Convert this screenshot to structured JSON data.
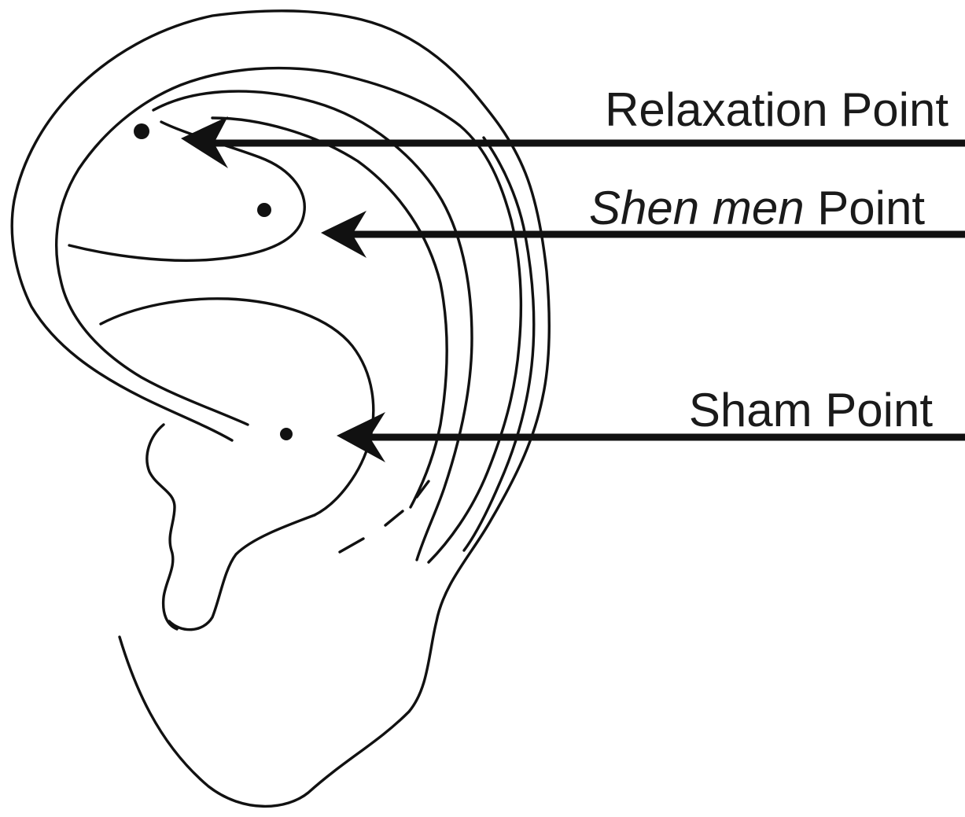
{
  "labels": {
    "relaxation": "Relaxation Point",
    "shen_men_italic": "Shen men",
    "shen_men_rest": " Point",
    "sham": "Sham Point"
  },
  "colors": {
    "ink": "#111111",
    "background": "#ffffff"
  },
  "icons": {
    "arrow": "arrow-left-icon",
    "point": "point-dot-icon"
  }
}
